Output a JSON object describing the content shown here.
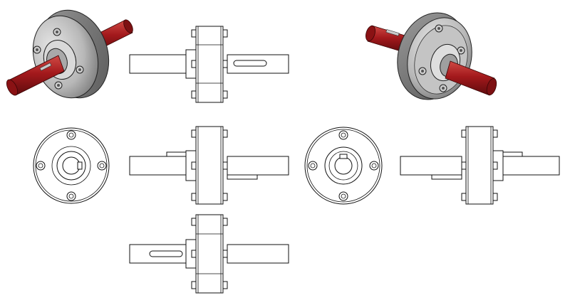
{
  "drawing": {
    "subject": "flange-shaft-coupling",
    "colors": {
      "shaft": "#a3191c",
      "shaft_highlight": "#d04a45",
      "shaft_shadow": "#5e0b0d",
      "flange": "#b8b8b8",
      "flange_light": "#e6e6e6",
      "flange_dark": "#6e6e6e",
      "line": "#111111",
      "background": "#ffffff"
    },
    "views": [
      {
        "id": "isometric-view-front",
        "type": "shaded-isometric"
      },
      {
        "id": "top-view",
        "type": "orthographic-side"
      },
      {
        "id": "isometric-view-back",
        "type": "shaded-isometric"
      },
      {
        "id": "left-end-view",
        "type": "orthographic-end"
      },
      {
        "id": "front-view",
        "type": "orthographic-side"
      },
      {
        "id": "right-end-view",
        "type": "orthographic-end"
      },
      {
        "id": "rear-side-view",
        "type": "orthographic-side"
      },
      {
        "id": "bottom-view",
        "type": "orthographic-side"
      }
    ]
  }
}
